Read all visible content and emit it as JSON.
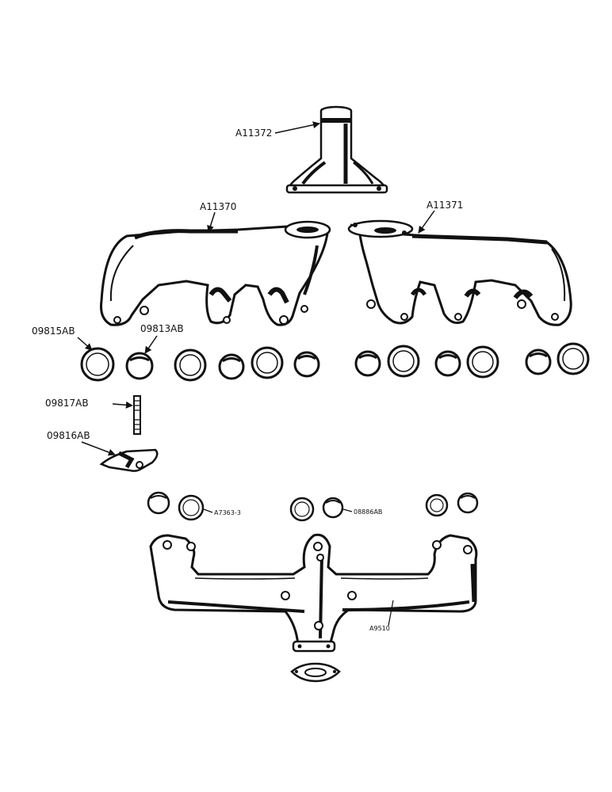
{
  "diagram": {
    "parts": [
      {
        "id": "riser",
        "label": "A11372"
      },
      {
        "id": "left-manifold",
        "label": "A11370"
      },
      {
        "id": "right-manifold",
        "label": "A11371"
      },
      {
        "id": "ring-large",
        "label": "09815AB"
      },
      {
        "id": "ring-small",
        "label": "09813AB"
      },
      {
        "id": "stud",
        "label": "09817AB"
      },
      {
        "id": "clamp",
        "label": "09816AB"
      },
      {
        "id": "lower-ring-a",
        "label": "A7363-3"
      },
      {
        "id": "lower-ring-b",
        "label": "08886AB"
      },
      {
        "id": "lower-manifold",
        "label": "A9510"
      }
    ]
  }
}
